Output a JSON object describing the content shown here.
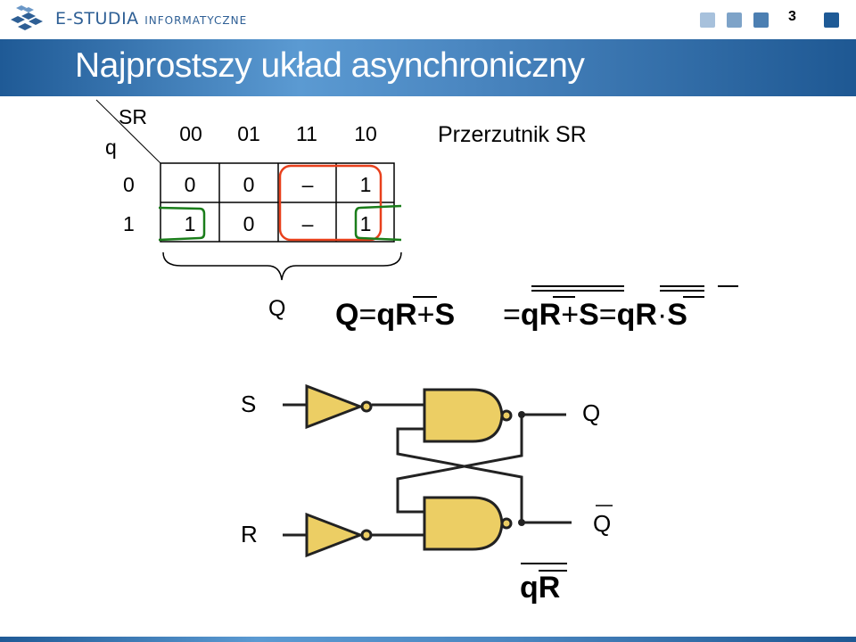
{
  "header": {
    "logo_main": "E-STUDIA",
    "logo_sub": "INFORMATYCZNE",
    "page_number": "3",
    "nav_colors": [
      "#a7c1dc",
      "#7ea3c8",
      "#4c7fb2",
      "#1e5a96"
    ]
  },
  "slide": {
    "title": "Najprostszy układ asynchroniczny",
    "subtitle": "Przerzutnik SR"
  },
  "kmap": {
    "corner_col": "SR",
    "corner_row": "q",
    "col_headers": [
      "00",
      "01",
      "11",
      "10"
    ],
    "row_headers": [
      "0",
      "1"
    ],
    "cells": [
      [
        "0",
        "0",
        "–",
        "1"
      ],
      [
        "1",
        "0",
        "–",
        "1"
      ]
    ],
    "brace_label": "Q",
    "group_colors": {
      "red": "#e8401c",
      "green": "#1a7d1a"
    }
  },
  "equation": {
    "lhs": "Q",
    "eq": "=",
    "t1_q": "q",
    "t1_r": "R",
    "plus": "+",
    "t1_s": "S",
    "t2_q": "q",
    "t2_r": "R",
    "t2_s": "S",
    "t3_q": "q",
    "t3_r": "R",
    "dot": "·",
    "t3_s": "S"
  },
  "circuit": {
    "input_s": "S",
    "input_r": "R",
    "output_q": "Q",
    "output_qbar": "Q",
    "node_label_q": "q",
    "node_label_r": "R",
    "gate_fill": "#ecce64"
  }
}
